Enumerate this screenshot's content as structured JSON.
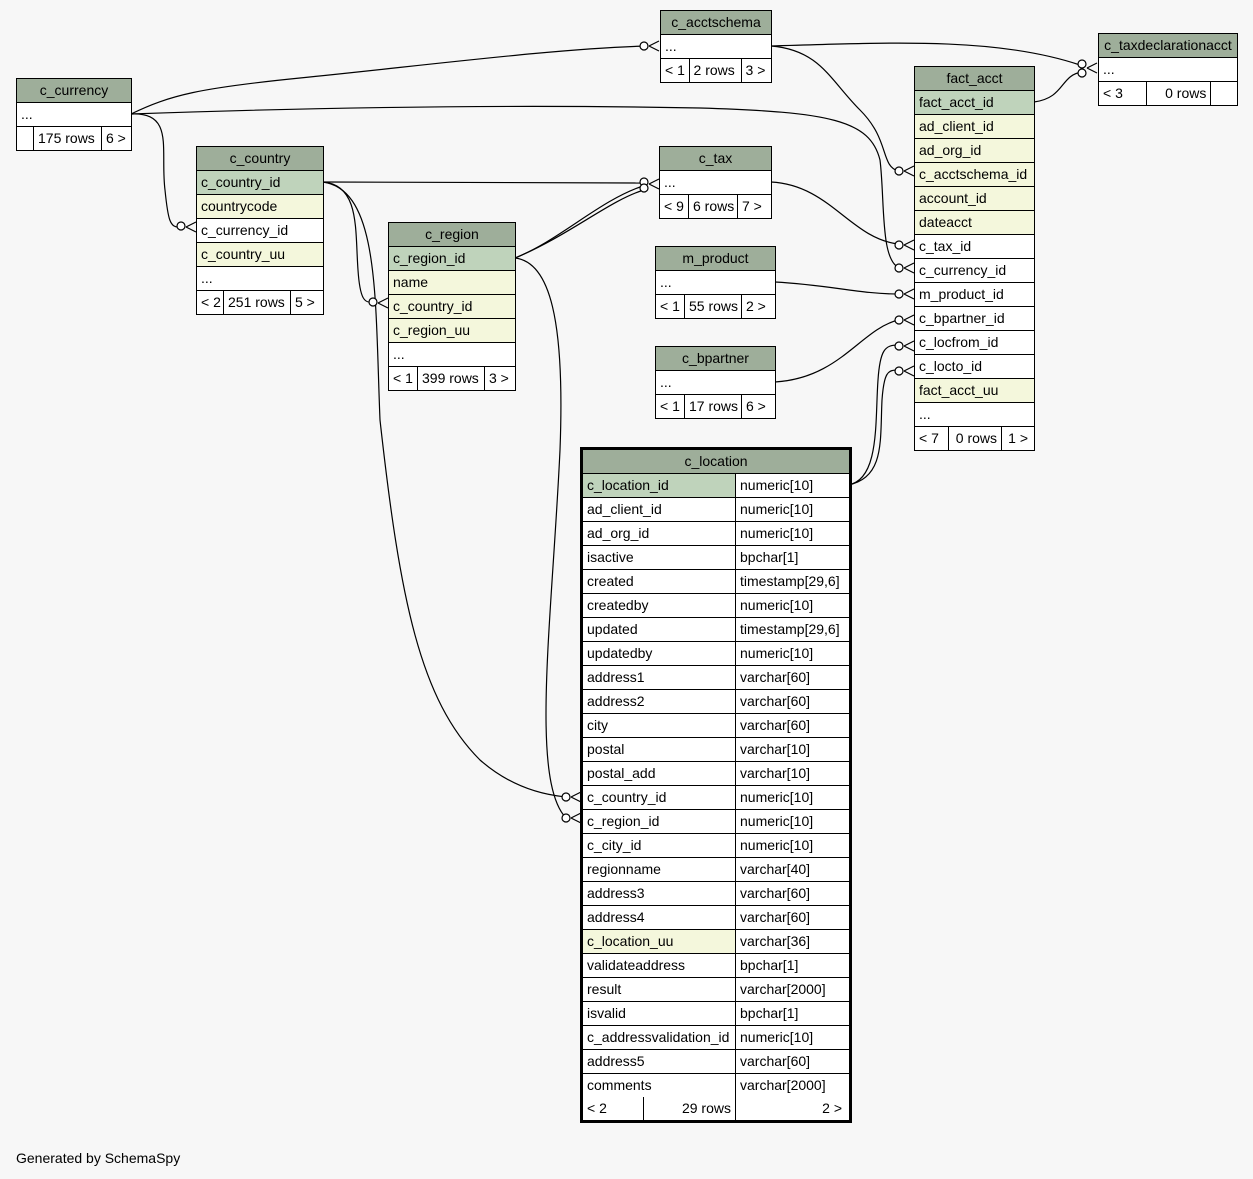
{
  "footer": "Generated by SchemaSpy",
  "colors": {
    "header": "#9eae9a",
    "primary_key": "#bfd3bb",
    "foreign_key": "#f4f7dc",
    "background": "#f7f7f7"
  },
  "tables": {
    "c_acctschema": {
      "name": "c_acctschema",
      "columns": [
        {
          "name": "...",
          "kind": "plain"
        }
      ],
      "stats": [
        "< 1",
        "2 rows",
        "3 >"
      ]
    },
    "c_taxdeclarationacct": {
      "name": "c_taxdeclarationacct",
      "columns": [
        {
          "name": "...",
          "kind": "plain"
        }
      ],
      "stats": [
        "< 3",
        "0 rows",
        ""
      ]
    },
    "c_currency": {
      "name": "c_currency",
      "columns": [
        {
          "name": "...",
          "kind": "plain"
        }
      ],
      "stats": [
        "",
        "175 rows",
        "6 >"
      ]
    },
    "fact_acct": {
      "name": "fact_acct",
      "columns": [
        {
          "name": "fact_acct_id",
          "kind": "pk"
        },
        {
          "name": "ad_client_id",
          "kind": "fk"
        },
        {
          "name": "ad_org_id",
          "kind": "fk"
        },
        {
          "name": "c_acctschema_id",
          "kind": "fk"
        },
        {
          "name": "account_id",
          "kind": "fk"
        },
        {
          "name": "dateacct",
          "kind": "fk"
        },
        {
          "name": "c_tax_id",
          "kind": "plain"
        },
        {
          "name": "c_currency_id",
          "kind": "plain"
        },
        {
          "name": "m_product_id",
          "kind": "plain"
        },
        {
          "name": "c_bpartner_id",
          "kind": "plain"
        },
        {
          "name": "c_locfrom_id",
          "kind": "plain"
        },
        {
          "name": "c_locto_id",
          "kind": "plain"
        },
        {
          "name": "fact_acct_uu",
          "kind": "fk"
        },
        {
          "name": "...",
          "kind": "plain"
        }
      ],
      "stats": [
        "< 7",
        "0 rows",
        "1 >"
      ]
    },
    "c_country": {
      "name": "c_country",
      "columns": [
        {
          "name": "c_country_id",
          "kind": "pk"
        },
        {
          "name": "countrycode",
          "kind": "fk"
        },
        {
          "name": "c_currency_id",
          "kind": "plain"
        },
        {
          "name": "c_country_uu",
          "kind": "fk"
        },
        {
          "name": "...",
          "kind": "plain"
        }
      ],
      "stats": [
        "< 2",
        "251 rows",
        "5 >"
      ]
    },
    "c_tax": {
      "name": "c_tax",
      "columns": [
        {
          "name": "...",
          "kind": "plain"
        }
      ],
      "stats": [
        "< 9",
        "6 rows",
        "7 >"
      ]
    },
    "c_region": {
      "name": "c_region",
      "columns": [
        {
          "name": "c_region_id",
          "kind": "pk"
        },
        {
          "name": "name",
          "kind": "fk"
        },
        {
          "name": "c_country_id",
          "kind": "fk"
        },
        {
          "name": "c_region_uu",
          "kind": "fk"
        },
        {
          "name": "...",
          "kind": "plain"
        }
      ],
      "stats": [
        "< 1",
        "399 rows",
        "3 >"
      ]
    },
    "m_product": {
      "name": "m_product",
      "columns": [
        {
          "name": "...",
          "kind": "plain"
        }
      ],
      "stats": [
        "< 1",
        "55 rows",
        "2 >"
      ]
    },
    "c_bpartner": {
      "name": "c_bpartner",
      "columns": [
        {
          "name": "...",
          "kind": "plain"
        }
      ],
      "stats": [
        "< 1",
        "17 rows",
        "6 >"
      ]
    },
    "c_location": {
      "name": "c_location",
      "columns": [
        {
          "name": "c_location_id",
          "type": "numeric[10]",
          "kind": "pk"
        },
        {
          "name": "ad_client_id",
          "type": "numeric[10]",
          "kind": "plain"
        },
        {
          "name": "ad_org_id",
          "type": "numeric[10]",
          "kind": "plain"
        },
        {
          "name": "isactive",
          "type": "bpchar[1]",
          "kind": "plain"
        },
        {
          "name": "created",
          "type": "timestamp[29,6]",
          "kind": "plain"
        },
        {
          "name": "createdby",
          "type": "numeric[10]",
          "kind": "plain"
        },
        {
          "name": "updated",
          "type": "timestamp[29,6]",
          "kind": "plain"
        },
        {
          "name": "updatedby",
          "type": "numeric[10]",
          "kind": "plain"
        },
        {
          "name": "address1",
          "type": "varchar[60]",
          "kind": "plain"
        },
        {
          "name": "address2",
          "type": "varchar[60]",
          "kind": "plain"
        },
        {
          "name": "city",
          "type": "varchar[60]",
          "kind": "plain"
        },
        {
          "name": "postal",
          "type": "varchar[10]",
          "kind": "plain"
        },
        {
          "name": "postal_add",
          "type": "varchar[10]",
          "kind": "plain"
        },
        {
          "name": "c_country_id",
          "type": "numeric[10]",
          "kind": "plain"
        },
        {
          "name": "c_region_id",
          "type": "numeric[10]",
          "kind": "plain"
        },
        {
          "name": "c_city_id",
          "type": "numeric[10]",
          "kind": "plain"
        },
        {
          "name": "regionname",
          "type": "varchar[40]",
          "kind": "plain"
        },
        {
          "name": "address3",
          "type": "varchar[60]",
          "kind": "plain"
        },
        {
          "name": "address4",
          "type": "varchar[60]",
          "kind": "plain"
        },
        {
          "name": "c_location_uu",
          "type": "varchar[36]",
          "kind": "fk"
        },
        {
          "name": "validateaddress",
          "type": "bpchar[1]",
          "kind": "plain"
        },
        {
          "name": "result",
          "type": "varchar[2000]",
          "kind": "plain"
        },
        {
          "name": "isvalid",
          "type": "bpchar[1]",
          "kind": "plain"
        },
        {
          "name": "c_addressvalidation_id",
          "type": "numeric[10]",
          "kind": "plain"
        },
        {
          "name": "address5",
          "type": "varchar[60]",
          "kind": "plain"
        },
        {
          "name": "comments",
          "type": "varchar[2000]",
          "kind": "plain"
        }
      ],
      "stats": [
        "< 2",
        "29 rows",
        "2 >"
      ]
    }
  }
}
